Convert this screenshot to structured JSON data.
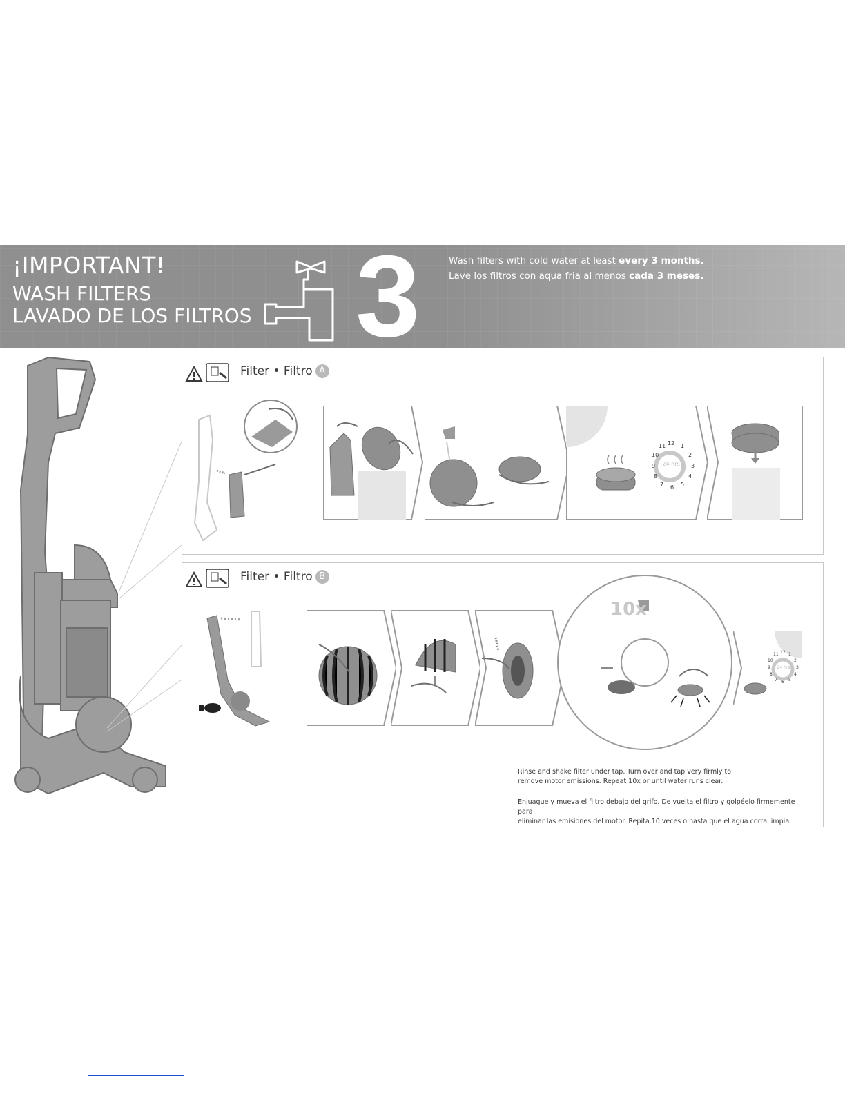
{
  "banner": {
    "title": "¡IMPORTANT!",
    "subtitle_en": "WASH FILTERS",
    "subtitle_es": "LAVADO DE LOS FILTROS",
    "step_number": "3",
    "note_en_prefix": "Wash filters with cold water at least ",
    "note_en_bold": "every 3 months.",
    "note_es_prefix": "Lave los filtros con aqua fria al menos ",
    "note_es_bold": "cada 3 meses."
  },
  "panel_a": {
    "title": "Filter • Filtro",
    "badge": "A",
    "clock_label": "24 hrs",
    "clock_numbers": [
      "12",
      "1",
      "2",
      "3",
      "4",
      "5",
      "6",
      "7",
      "8",
      "9",
      "10",
      "11"
    ]
  },
  "panel_b": {
    "title": "Filter • Filtro",
    "badge": "B",
    "repeat_label": "10x",
    "clock_label": "24 hrs",
    "clock_numbers": [
      "12",
      "1",
      "2",
      "3",
      "4",
      "5",
      "6",
      "7",
      "8",
      "9",
      "10",
      "11"
    ],
    "caption_en_1": "Rinse and shake filter under tap. Turn over and tap very firmly to",
    "caption_en_2": "remove motor emissions. Repeat 10x or until water runs clear.",
    "caption_es_1": "Enjuague y mueva el filtro debajo del grifo. De vuelta el filtro y golpéelo firmemente para",
    "caption_es_2": "eliminar las emisiones del motor. Repita 10 veces o hasta que el agua corra limpia."
  },
  "colors": {
    "banner_gray": "#8f8f8f",
    "illustration_gray": "#9a9a9a",
    "line_gray": "#c8c8c8",
    "text": "#3a3a3a"
  }
}
